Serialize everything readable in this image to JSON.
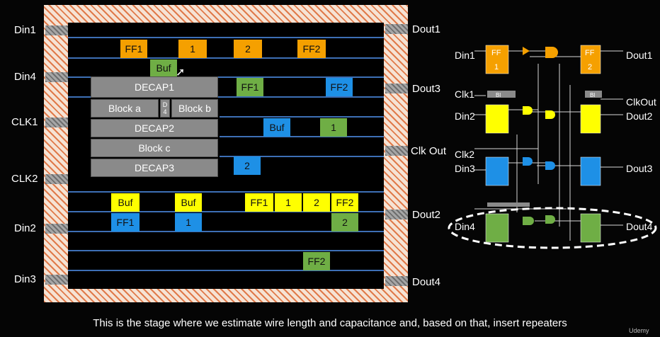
{
  "layout": {
    "left_pins": [
      "Din1",
      "Din4",
      "CLK1",
      "CLK2",
      "Din2",
      "Din3"
    ],
    "right_pins": [
      "Dout1",
      "Dout3",
      "Clk Out",
      "Dout2",
      "Dout4"
    ],
    "blocks": {
      "decap1": "DECAP1",
      "block_a": "Block a",
      "d4": "D\n4",
      "block_b": "Block b",
      "decap2": "DECAP2",
      "block_c": "Block c",
      "decap3": "DECAP3"
    },
    "cells": {
      "ff1_orange": "FF1",
      "n1_orange": "1",
      "n2_orange": "2",
      "ff2_orange": "FF2",
      "buf_green": "Buf",
      "ff1_green": "FF1",
      "ff2_blue_top": "FF2",
      "buf_blue": "Buf",
      "n1_green": "1",
      "n2_blue": "2",
      "buf_yellow_a": "Buf",
      "buf_yellow_b": "Buf",
      "ff1_yellow": "FF1",
      "n1_yellow": "1",
      "n2_yellow": "2",
      "ff2_yellow": "FF2",
      "ff1_blue": "FF1",
      "n1_blue": "1",
      "n2_green": "2",
      "ff2_green": "FF2"
    }
  },
  "schematic": {
    "inputs": [
      "Din1",
      "Clk1",
      "Din2",
      "Clk2",
      "Din3",
      "Din4"
    ],
    "outputs": [
      "Dout1",
      "ClkOut",
      "Dout2",
      "Dout3",
      "Dout4"
    ],
    "ff_labels": [
      "FF",
      "1",
      "FF",
      "2"
    ],
    "small_labels": [
      "Bl",
      "Bl"
    ]
  },
  "caption": "This is the stage where we estimate wire length and capacitance and, based on that, insert repeaters",
  "watermark": "Udemy",
  "colors": {
    "orange": "#f5a000",
    "yellow": "#ffff00",
    "green": "#6fae45",
    "blue": "#1e90e6"
  }
}
